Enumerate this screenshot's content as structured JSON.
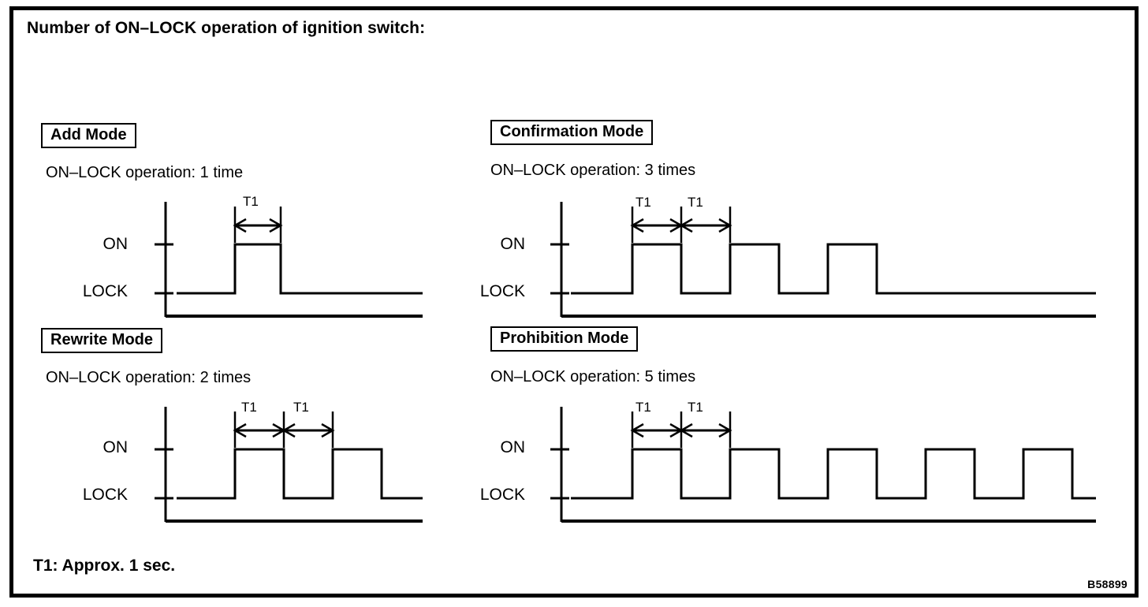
{
  "title": "Number of ON–LOCK operation of ignition switch:",
  "footnote": "T1: Approx. 1 sec.",
  "ref_code": "B58899",
  "axis_labels": {
    "high": "ON",
    "low": "LOCK"
  },
  "t1_label": "T1",
  "panels": [
    {
      "id": "add-mode",
      "mode_label": "Add Mode",
      "subtitle": "ON–LOCK operation: 1 time",
      "operation_count": 1,
      "t1_marks": 1
    },
    {
      "id": "confirmation-mode",
      "mode_label": "Confirmation Mode",
      "subtitle": "ON–LOCK operation: 3 times",
      "operation_count": 3,
      "t1_marks": 2
    },
    {
      "id": "rewrite-mode",
      "mode_label": "Rewrite Mode",
      "subtitle": "ON–LOCK operation: 2 times",
      "operation_count": 2,
      "t1_marks": 2
    },
    {
      "id": "prohibition-mode",
      "mode_label": "Prohibition Mode",
      "subtitle": "ON–LOCK operation: 5 times",
      "operation_count": 5,
      "t1_marks": 2
    }
  ],
  "chart_data": {
    "type": "line",
    "title": "Number of ON–LOCK operation of ignition switch",
    "xlabel": "",
    "ylabel": "",
    "levels": [
      "LOCK",
      "ON"
    ],
    "annotation": "T1: Approx. 1 sec.",
    "series": [
      {
        "name": "Add Mode",
        "pulses": 1,
        "pulse_width_t1": 1,
        "gap_width_t1": 1,
        "lead_in_t1": 1.15,
        "tail_t1": 2.6,
        "values": [
          0,
          0,
          1,
          1,
          0,
          0
        ]
      },
      {
        "name": "Confirmation Mode",
        "pulses": 3,
        "pulse_width_t1": 1,
        "gap_width_t1": 1,
        "lead_in_t1": 1.15,
        "tail_t1": 3.4,
        "values": [
          0,
          0,
          1,
          1,
          0,
          0,
          1,
          1,
          0,
          0,
          1,
          1,
          0,
          0
        ]
      },
      {
        "name": "Rewrite Mode",
        "pulses": 2,
        "pulse_width_t1": 1,
        "gap_width_t1": 1,
        "lead_in_t1": 1.15,
        "tail_t1": 1.2,
        "values": [
          0,
          0,
          1,
          1,
          0,
          0,
          1,
          1,
          0,
          0
        ]
      },
      {
        "name": "Prohibition Mode",
        "pulses": 5,
        "pulse_width_t1": 1,
        "gap_width_t1": 1,
        "lead_in_t1": 1.15,
        "tail_t1": 1.2,
        "values": [
          0,
          0,
          1,
          1,
          0,
          0,
          1,
          1,
          0,
          0,
          1,
          1,
          0,
          0,
          1,
          1,
          0,
          0,
          1,
          1,
          0,
          0
        ]
      }
    ]
  }
}
